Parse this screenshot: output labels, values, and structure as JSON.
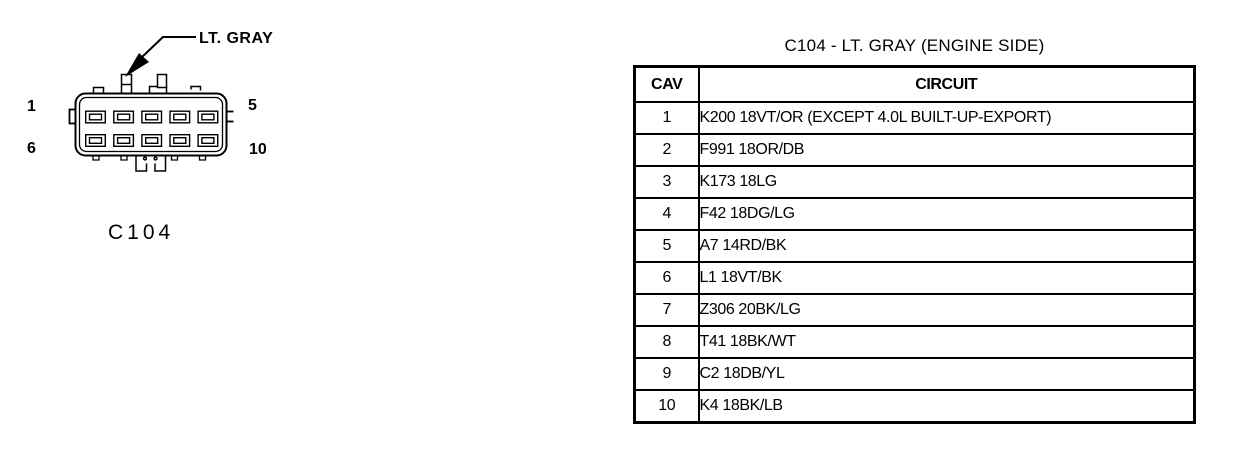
{
  "page": {
    "background": "#ffffff",
    "ink": "#000000"
  },
  "connector": {
    "id_label": "C104",
    "color_callout": "LT. GRAY",
    "pins": {
      "top_left": "1",
      "top_right": "5",
      "bottom_left": "6",
      "bottom_right": "10"
    }
  },
  "table": {
    "title": "C104 - LT. GRAY (ENGINE SIDE)",
    "columns": [
      "CAV",
      "CIRCUIT"
    ],
    "rows": [
      {
        "cav": "1",
        "circuit": "K200 18VT/OR (EXCEPT 4.0L BUILT-UP-EXPORT)"
      },
      {
        "cav": "2",
        "circuit": "F991 18OR/DB"
      },
      {
        "cav": "3",
        "circuit": "K173 18LG"
      },
      {
        "cav": "4",
        "circuit": "F42 18DG/LG"
      },
      {
        "cav": "5",
        "circuit": "A7 14RD/BK"
      },
      {
        "cav": "6",
        "circuit": "L1 18VT/BK"
      },
      {
        "cav": "7",
        "circuit": "Z306 20BK/LG"
      },
      {
        "cav": "8",
        "circuit": "T41 18BK/WT"
      },
      {
        "cav": "9",
        "circuit": "C2 18DB/YL"
      },
      {
        "cav": "10",
        "circuit": "K4 18BK/LB"
      }
    ]
  }
}
